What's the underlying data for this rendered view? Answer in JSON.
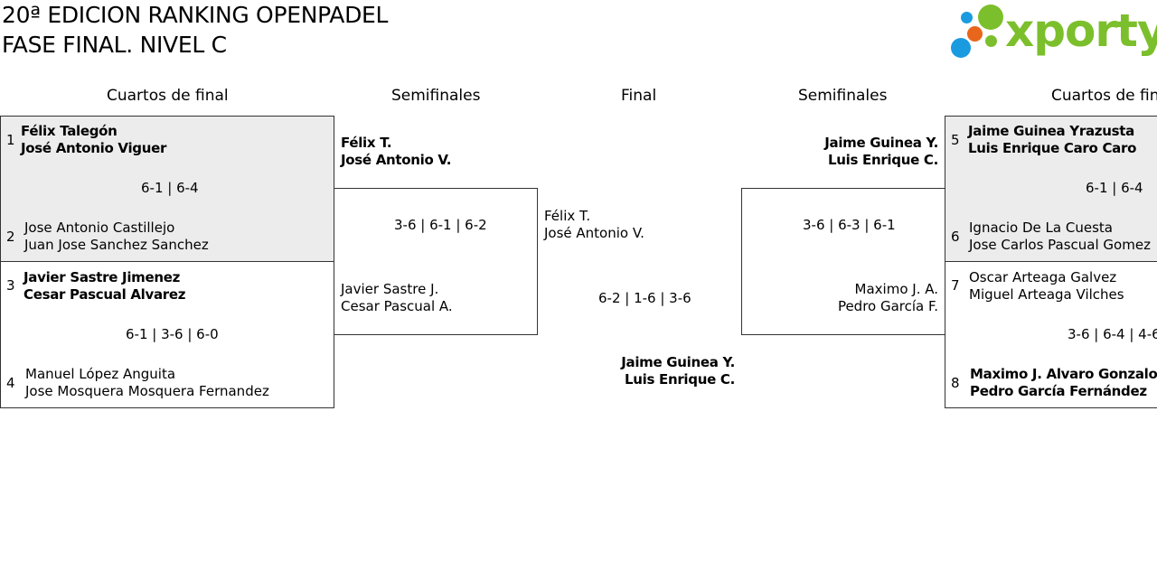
{
  "header": {
    "title_line1": "20ª EDICION RANKING OPENPADEL",
    "title_line2": "FASE FINAL. NIVEL C",
    "logo_text": "xporty",
    "logo_colors": [
      "#1a9be0",
      "#7cbf2c",
      "#e8661c"
    ]
  },
  "rounds": {
    "left_quarters": "Cuartos de final",
    "left_semis": "Semifinales",
    "final": "Final",
    "right_semis": "Semifinales",
    "right_quarters": "Cuartos de fin"
  },
  "quarters": [
    {
      "seed": "1",
      "p1": "Félix Talegón",
      "p2": "José Antonio Viguer",
      "winner": true
    },
    {
      "score": "6-1 | 6-4"
    },
    {
      "seed": "2",
      "p1": "Jose Antonio Castillejo",
      "p2": "Juan Jose Sanchez Sanchez",
      "winner": false
    },
    {
      "seed": "3",
      "p1": "Javier Sastre Jimenez",
      "p2": "Cesar Pascual Alvarez",
      "winner": true
    },
    {
      "score": "6-1 | 3-6 | 6-0"
    },
    {
      "seed": "4",
      "p1": "Manuel López Anguita",
      "p2": "Jose Mosquera Mosquera Fernandez",
      "winner": false
    },
    {
      "seed": "5",
      "p1": "Jaime Guinea Yrazusta",
      "p2": "Luis Enrique Caro Caro",
      "winner": true
    },
    {
      "score": "6-1 | 6-4"
    },
    {
      "seed": "6",
      "p1": "Ignacio De La Cuesta",
      "p2": "Jose Carlos Pascual Gomez",
      "winner": false
    },
    {
      "seed": "7",
      "p1": "Oscar Arteaga Galvez",
      "p2": "Miguel Arteaga Vilches",
      "winner": false
    },
    {
      "score": "3-6 | 6-4 | 4-6"
    },
    {
      "seed": "8",
      "p1": "Maximo J. Alvaro Gonzalo",
      "p2": "Pedro García Fernández",
      "winner": true
    }
  ],
  "semis_left": {
    "top_p1": "Félix T.",
    "top_p2": "José Antonio V.",
    "score": "3-6 | 6-1 | 6-2",
    "bottom_p1": "Javier Sastre J.",
    "bottom_p2": "Cesar Pascual A."
  },
  "semis_right": {
    "top_p1": "Jaime Guinea Y.",
    "top_p2": "Luis Enrique C.",
    "score": "3-6 | 6-3 | 6-1",
    "bottom_p1": "Maximo J. A.",
    "bottom_p2": "Pedro García F."
  },
  "final": {
    "top_p1": "Félix T.",
    "top_p2": "José Antonio V.",
    "score": "6-2 | 1-6 | 3-6",
    "winner_p1": "Jaime Guinea Y.",
    "winner_p2": "Luis Enrique C."
  }
}
